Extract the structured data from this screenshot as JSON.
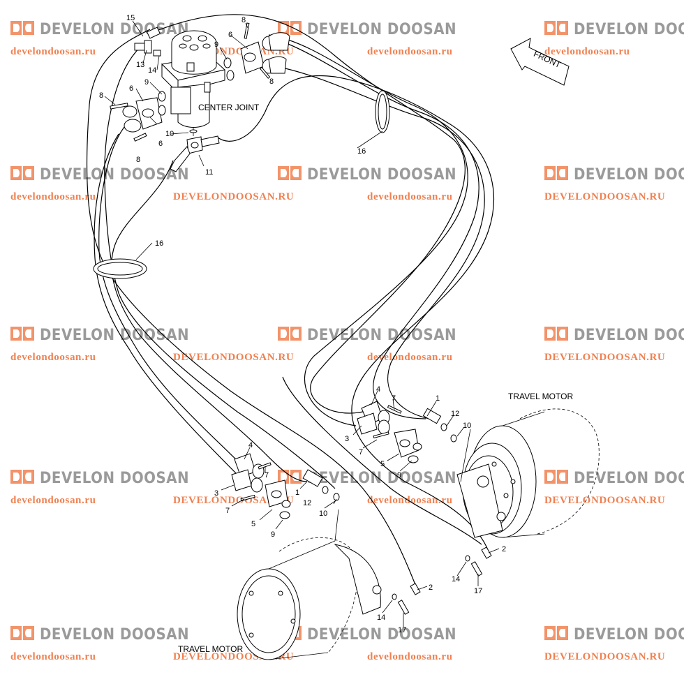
{
  "watermark": {
    "brand": "DEVELON DOOSAN",
    "url_lower": "develondoosan.ru",
    "url_upper": "DEVELONDOOSAN.RU",
    "brand_color": "#9a9a9a",
    "url_color": "#f08050"
  },
  "labels": {
    "center_joint": "CENTER JOINT",
    "travel_motor_right": "TRAVEL MOTOR",
    "travel_motor_left": "TRAVEL MOTOR",
    "front": "FRONT"
  },
  "callouts": {
    "c1a": "1",
    "c1b": "1",
    "c2a": "2",
    "c2b": "2",
    "c3a": "3",
    "c3b": "3",
    "c4a": "4",
    "c4b": "4",
    "c5a": "5",
    "c5b": "5",
    "c6a": "6",
    "c6b": "6",
    "c6c": "6",
    "c7a": "7",
    "c7b": "7",
    "c7c": "7",
    "c7d": "7",
    "c8a": "8",
    "c8b": "8",
    "c8c": "8",
    "c8d": "8",
    "c9a": "9",
    "c9b": "9",
    "c9c": "9",
    "c9d": "9",
    "c10a": "10",
    "c10b": "10",
    "c10c": "10",
    "c11": "11",
    "c12a": "12",
    "c12b": "12",
    "c13": "13",
    "c14a": "14",
    "c14b": "14",
    "c14c": "14",
    "c15": "15",
    "c16a": "16",
    "c16b": "16",
    "c17a": "17",
    "c17b": "17"
  }
}
